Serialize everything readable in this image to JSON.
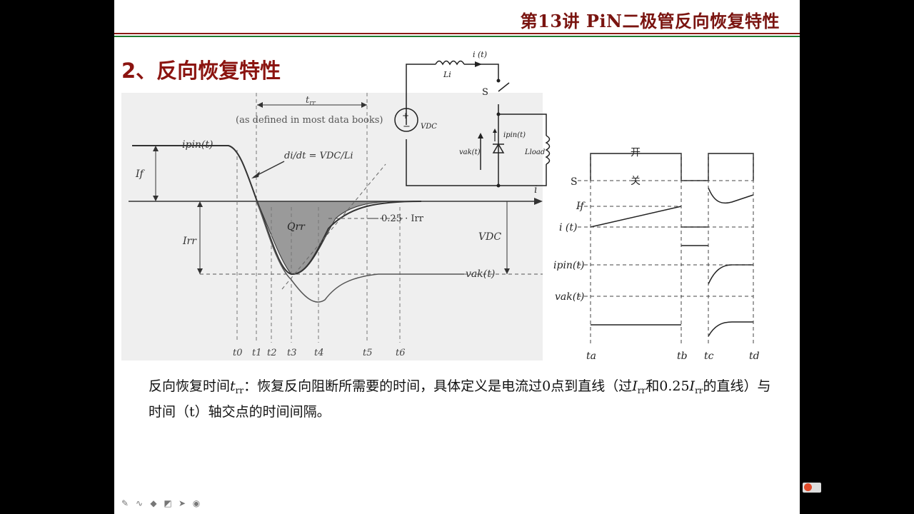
{
  "slide": {
    "title": "第13讲 PiN二极管反向恢复特性",
    "heading": "2、反向恢复特性",
    "paragraph": {
      "p1": "反向恢复时间",
      "trr_t": "t",
      "trr_sub": "rr",
      "p2": "：恢复反向阻断所需要的时间，具体定义是电流过0点到直线（过",
      "irr_i": "I",
      "irr_sub": "rr",
      "p3": "和0.25",
      "irr2_i": "I",
      "irr2_sub": "rr",
      "p4": "的直线）与时间（t）轴交点的时间间隔。"
    }
  },
  "figure_main": {
    "trr_label": "t",
    "trr_sub": "rr",
    "defined_note": "(as defined in most data books)",
    "ipin_label": "ipin(t)",
    "didt_label": "di/dt = VDC/Li",
    "if_label": "If",
    "irr_label": "Irr",
    "qrr_label": "Qrr",
    "quarter_label": "0.25 · Irr",
    "vdc_label": "VDC",
    "vak_label": "vak(t)",
    "axis_i": "i",
    "times": [
      "t0",
      "t1",
      "t2",
      "t3",
      "t4",
      "t5",
      "t6"
    ]
  },
  "circuit": {
    "it_label": "i (t)",
    "li_label": "Li",
    "s_label": "S",
    "vdc_label": "VDC",
    "ipin_label": "ipin(t)",
    "vak_label": "vak(t)",
    "lload_label": "Lload"
  },
  "timing": {
    "open_label": "开",
    "close_label": "关",
    "s_label": "S",
    "if_label": "If",
    "it_label": "i (t)",
    "ipin_label": "ipin(t)",
    "vak_label": "vak(t)",
    "times": [
      "ta",
      "tb",
      "tc",
      "td"
    ]
  },
  "toolbar": [
    "pen-icon",
    "curve-icon",
    "highlighter-icon",
    "eraser-icon",
    "pointer-icon",
    "record-icon"
  ]
}
